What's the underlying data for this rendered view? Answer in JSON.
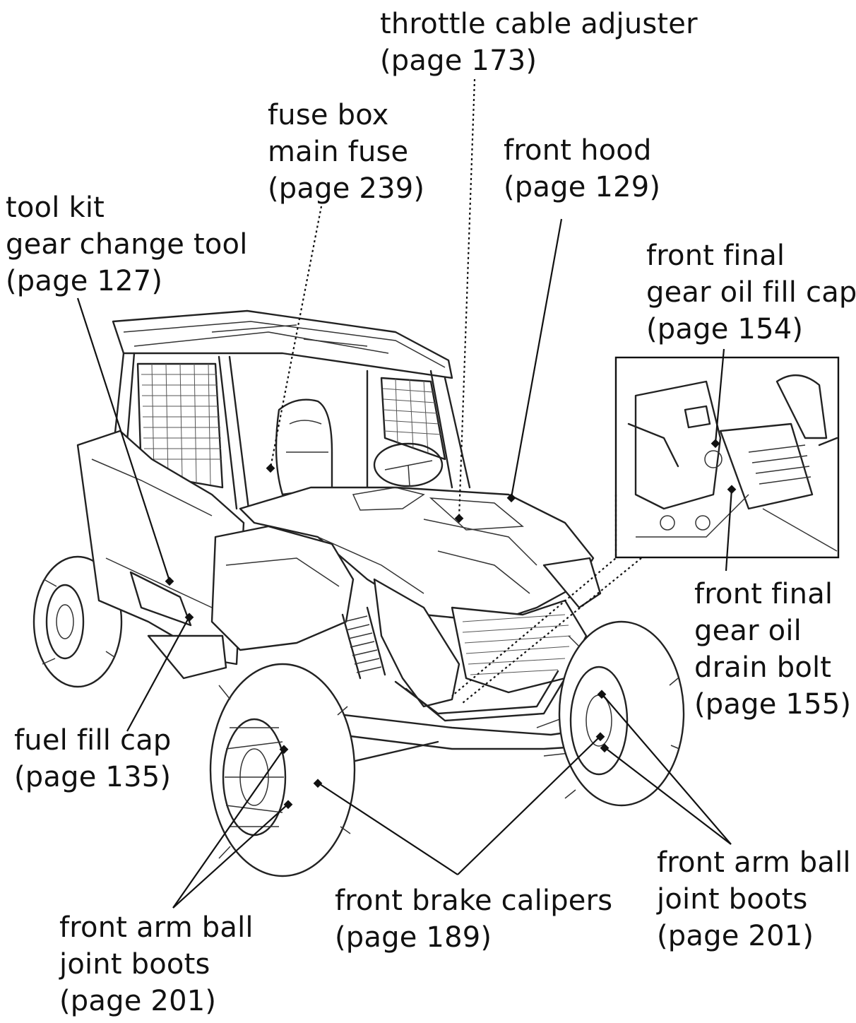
{
  "callouts": {
    "throttle": {
      "lines": [
        "throttle cable adjuster",
        "(page 173)"
      ]
    },
    "fuse": {
      "lines": [
        "fuse box",
        "main fuse",
        "(page 239)"
      ]
    },
    "hood": {
      "lines": [
        "front hood",
        "(page 129)"
      ]
    },
    "toolkit": {
      "lines": [
        "tool kit",
        "gear change tool",
        "(page 127)"
      ]
    },
    "gear_fill": {
      "lines": [
        "front final",
        "gear oil fill cap",
        "(page 154)"
      ]
    },
    "gear_drain": {
      "lines": [
        "front final",
        "gear oil",
        "drain bolt",
        "(page 155)"
      ]
    },
    "fuel": {
      "lines": [
        "fuel fill cap",
        "(page 135)"
      ]
    },
    "boots_left": {
      "lines": [
        "front arm ball",
        "joint boots",
        "(page 201)"
      ]
    },
    "brakes": {
      "lines": [
        "front brake calipers",
        "(page 189)"
      ]
    },
    "boots_right": {
      "lines": [
        "front arm ball",
        "joint boots",
        "(page 201)"
      ]
    }
  },
  "illustration": {
    "subject": "side-by-side utility vehicle (front three-quarter view)",
    "inset": "close-up of front final gear case"
  }
}
